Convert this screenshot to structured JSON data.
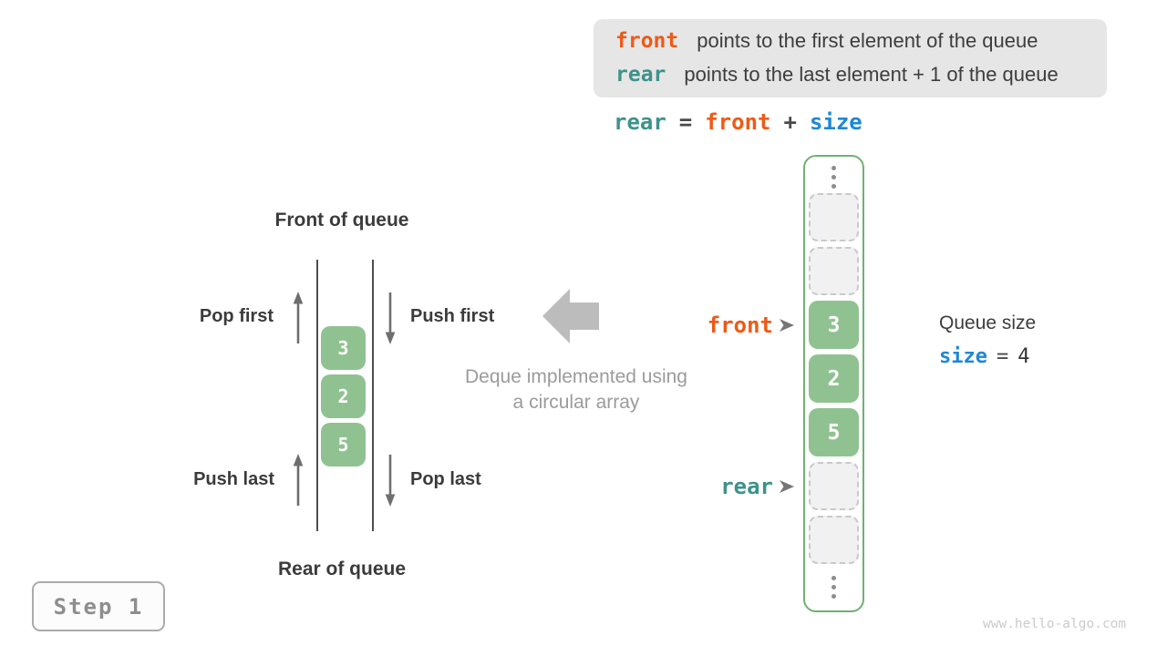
{
  "legend": {
    "lines": [
      {
        "keyword": "front",
        "text": "points to the first element of the queue"
      },
      {
        "keyword": "rear",
        "text": "points to the last element + 1 of the queue"
      }
    ]
  },
  "formula": {
    "rear": "rear",
    "eq": "=",
    "front": "front",
    "plus": "+",
    "size": "size"
  },
  "queue_diagram": {
    "front_title": "Front of queue",
    "rear_title": "Rear of queue",
    "pop_first_label": "Pop first",
    "push_first_label": "Push first",
    "push_last_label": "Push last",
    "pop_last_label": "Pop last",
    "cells": [
      "3",
      "2",
      "5"
    ]
  },
  "center_caption": {
    "line1": "Deque implemented using",
    "line2": "a circular array"
  },
  "array": {
    "cells": [
      {
        "state": "empty",
        "value": ""
      },
      {
        "state": "empty",
        "value": ""
      },
      {
        "state": "filled",
        "value": "3"
      },
      {
        "state": "filled",
        "value": "2"
      },
      {
        "state": "filled",
        "value": "5"
      },
      {
        "state": "empty",
        "value": ""
      },
      {
        "state": "empty",
        "value": ""
      }
    ],
    "front_pointer": {
      "label": "front",
      "cell_index": 2
    },
    "rear_pointer": {
      "label": "rear",
      "cell_index": 5
    }
  },
  "queue_size_panel": {
    "title": "Queue size",
    "keyword": "size",
    "operator": "=",
    "value": "4"
  },
  "step_badge": {
    "label": "Step 1"
  },
  "watermark": "www.hello-algo.com",
  "icons": {
    "up_arrow": "up-arrow-icon",
    "down_arrow": "down-arrow-icon",
    "left_block_arrow": "left-block-arrow-icon",
    "pointer_arrow": "right-pointer-arrow-icon",
    "ellipsis": "vertical-ellipsis-icon"
  },
  "colors": {
    "front_orange": "#ee5a17",
    "rear_teal": "#3e928a",
    "size_blue": "#1f87d5",
    "cell_green": "#90c291",
    "array_border_green": "#71b171",
    "legend_background": "#e6e6e6",
    "text_dark": "#3b3b3b",
    "caption_gray": "#9b9b9b"
  }
}
